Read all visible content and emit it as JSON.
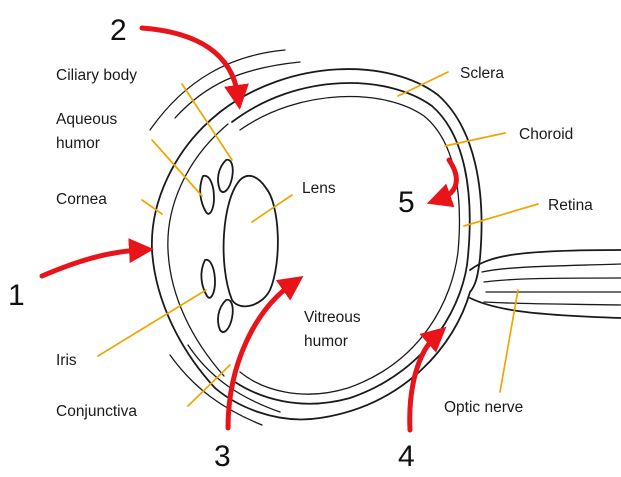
{
  "colors": {
    "outline": "#1a1a1a",
    "leader_line": "#f0a500",
    "arrow": "#e8141a",
    "background": "#ffffff"
  },
  "labels": {
    "ciliary_body": "Ciliary body",
    "aqueous_humor_line1": "Aqueous",
    "aqueous_humor_line2": "humor",
    "cornea": "Cornea",
    "iris": "Iris",
    "conjunctiva": "Conjunctiva",
    "lens": "Lens",
    "vitreous_humor_line1": "Vitreous",
    "vitreous_humor_line2": "humor",
    "sclera": "Sclera",
    "choroid": "Choroid",
    "retina": "Retina",
    "optic_nerve": "Optic nerve"
  },
  "markers": {
    "m1": "1",
    "m2": "2",
    "m3": "3",
    "m4": "4",
    "m5": "5"
  }
}
